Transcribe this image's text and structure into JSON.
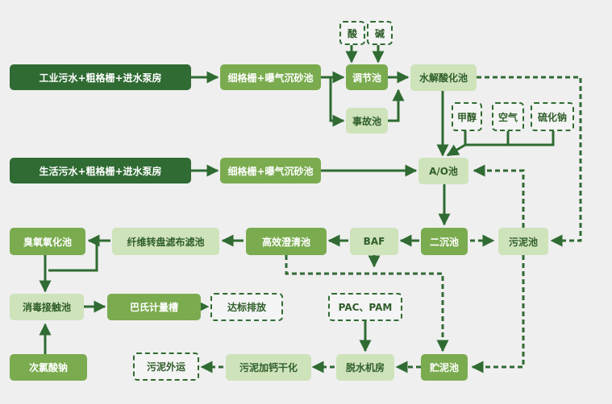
{
  "nodes": {
    "industrial_input": "工业污水+粗格栅+进水泵房",
    "domestic_input": "生活污水+粗格栅+进水泵房",
    "screen_grit_1": "细格栅+曝气沉砂池",
    "screen_grit_2": "细格栅+曝气沉砂池",
    "acid": "酸",
    "alkali": "碱",
    "equalization_tank": "调节池",
    "accident_tank": "事故池",
    "hydrolysis_acidification_tank": "水解酸化池",
    "methanol": "甲醇",
    "air": "空气",
    "sodium_sulfide": "硫化钠",
    "ao_tank": "A/O池",
    "secondary_clarifier": "二沉池",
    "sludge_tank": "污泥池",
    "baf": "BAF",
    "high_efficiency_clarifier": "高效澄清池",
    "fiber_disc_filter": "纤维转盘滤布滤池",
    "ozonation_tank": "臭氧氧化池",
    "disinfection_contact_tank": "消毒接触池",
    "parshall_flume": "巴氏计量槽",
    "discharge_compliance": "达标排放",
    "sodium_hypochlorite": "次氯酸钠",
    "pac_pam": "PAC、PAM",
    "dewatering_room": "脱水机房",
    "sludge_storage_tank": "贮泥池",
    "sludge_lime_drying": "污泥加钙干化",
    "sludge_outbound": "污泥外运"
  },
  "colors": {
    "line": "#2f6b32",
    "dark_box": "#2f6b32",
    "mid_box": "#7aab4f",
    "light_box": "#cfe3bb",
    "background": "#efefef"
  }
}
